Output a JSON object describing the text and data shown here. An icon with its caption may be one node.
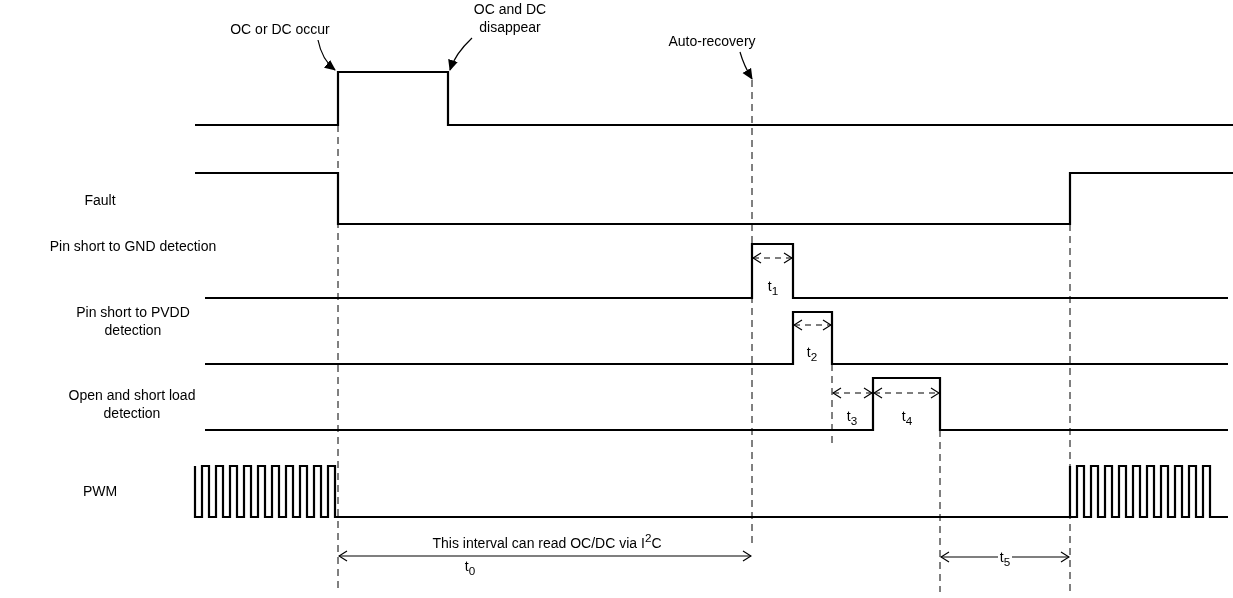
{
  "diagram": {
    "nodes": [
      {
        "text": [
          "OC or DC occur"
        ]
      },
      {
        "text": [
          "OC and DC disappear"
        ]
      },
      {
        "text": [
          "Auto-recovery"
        ]
      }
    ],
    "edges": [
      {
        "from": 0,
        "to": null,
        "arrow": "to"
      },
      {
        "from": 1,
        "to": null,
        "arrow": "to"
      },
      {
        "from": 2,
        "to": null,
        "arrow": "to"
      }
    ],
    "labels": [
      "Fault",
      "Pin short to GND detection",
      "Pin short to PVDD detection",
      "Open and short load detection",
      "PWM",
      "t$_{1}$",
      "t$_{2}$",
      "t$_{3}$",
      "t$_{4}$",
      "This interval can read OC/DC via I$^{2}$C",
      "t$_{0}$",
      "t$_{5}$"
    ]
  }
}
